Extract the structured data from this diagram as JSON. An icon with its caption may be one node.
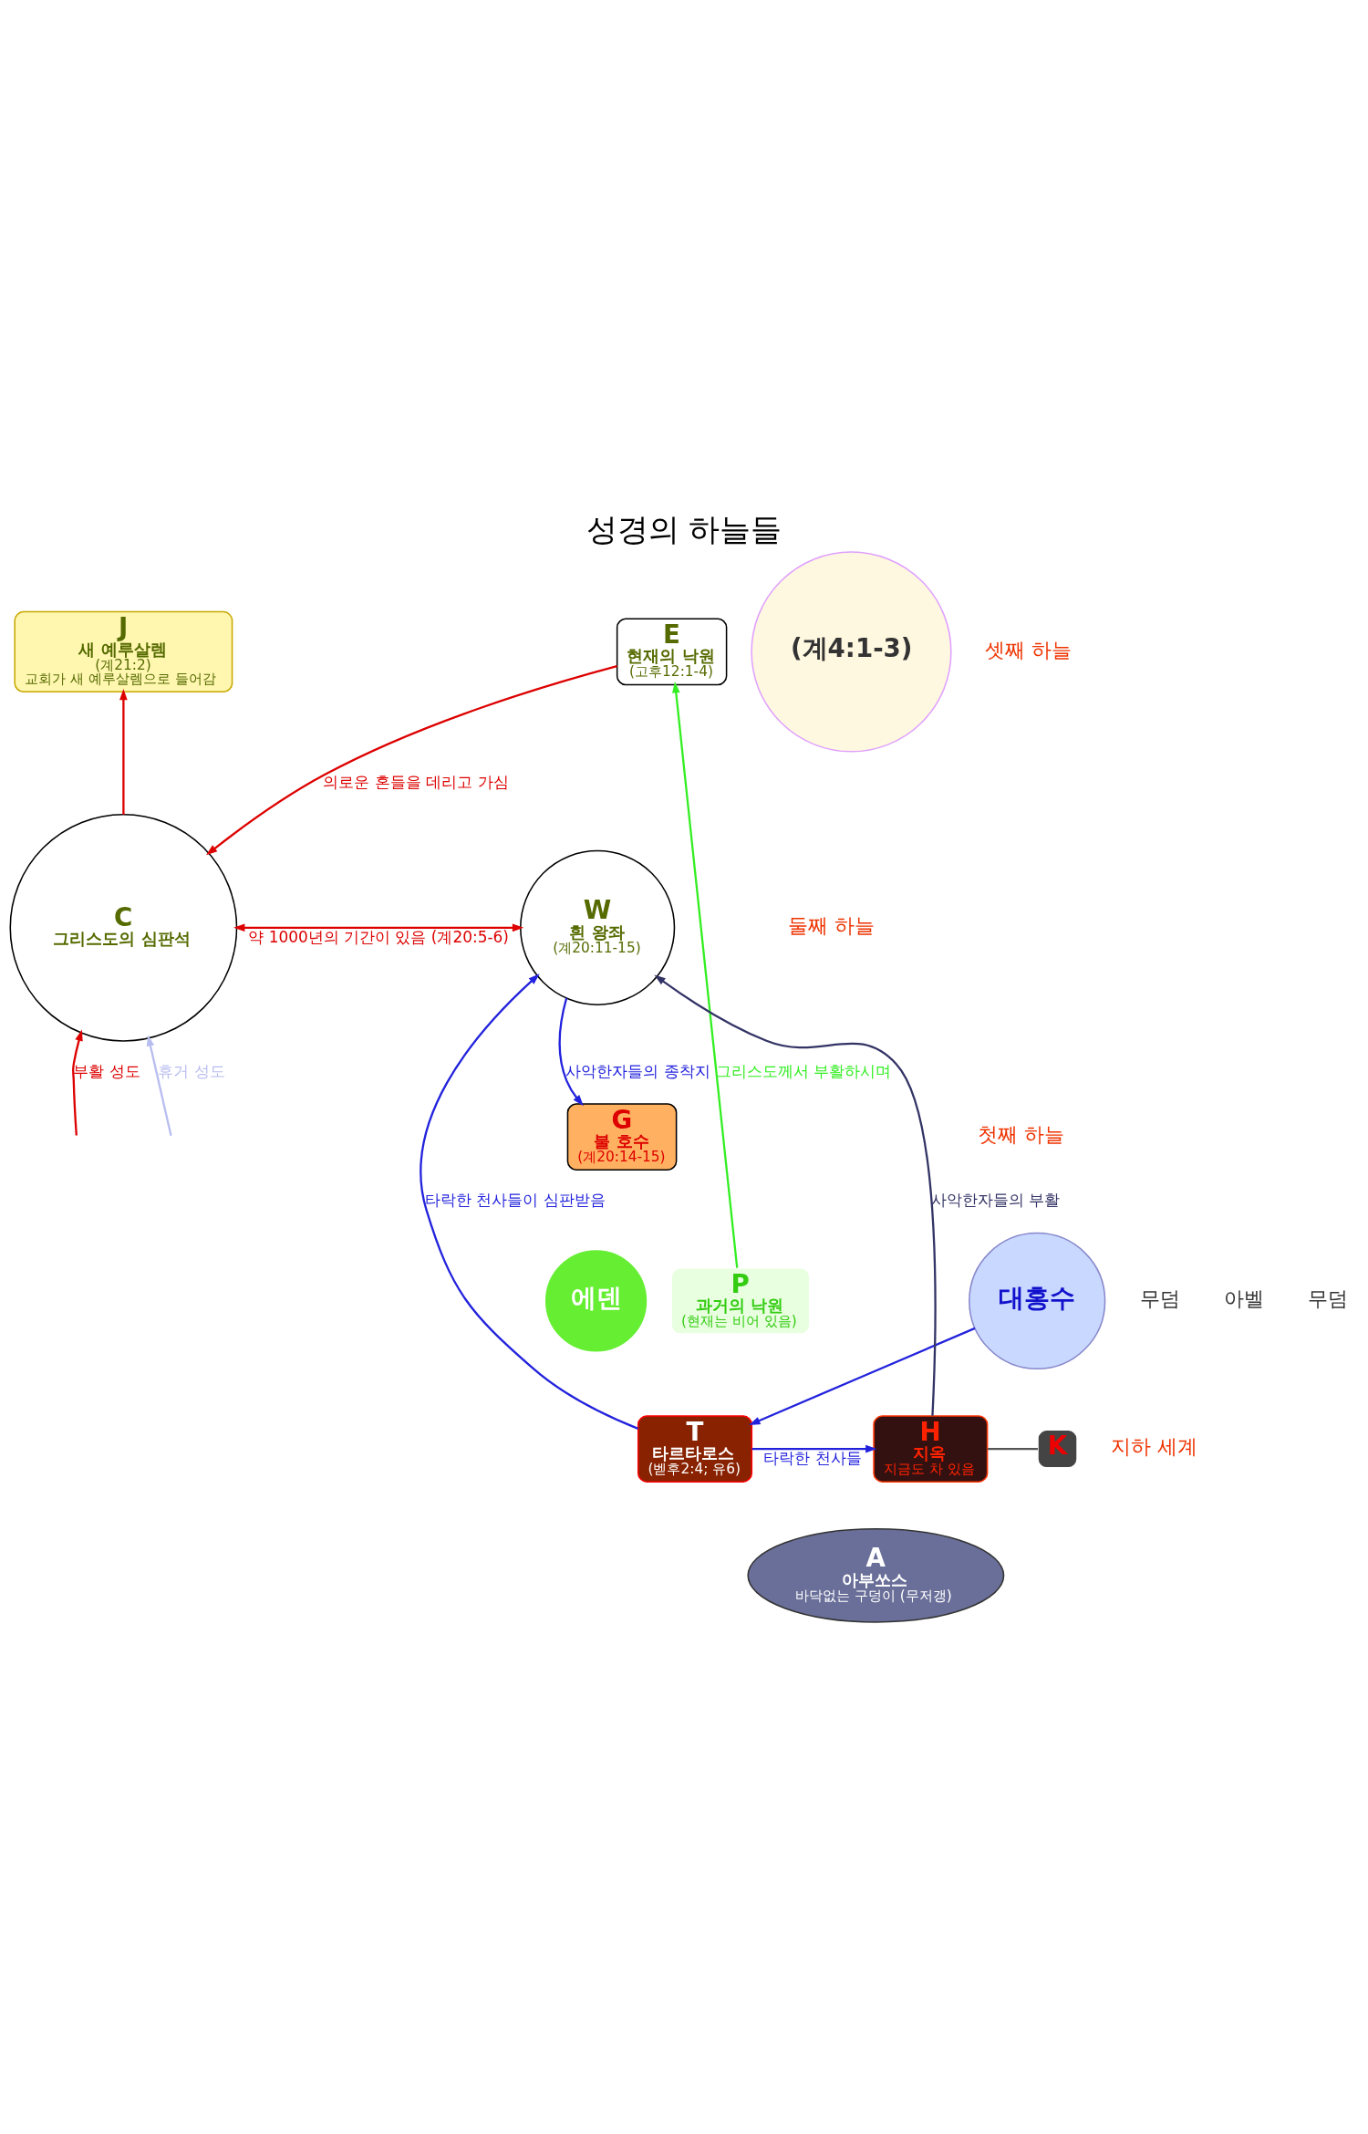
{
  "diagram": {
    "title": "성경의 하늘들",
    "nodes": [
      {
        "text": [
          "E",
          "현재의 낙원",
          "(고후12:1-4)"
        ]
      },
      {
        "text": [
          "(계4:1-3)"
        ]
      },
      {
        "text": [
          "J",
          "새 예루살렘",
          "(계21:2)",
          "교회가 새 예루살렘으로 들어감"
        ]
      },
      {
        "text": [
          "C",
          "그리스도의 심판석"
        ]
      },
      {
        "text": [
          "W",
          "흰 왕좌",
          "(계20:11-15)"
        ]
      },
      {
        "text": [
          "G",
          "불 호수",
          "(계20:14-15)"
        ]
      },
      {
        "text": [
          "대홍수"
        ]
      },
      {
        "text": [
          "에덴"
        ]
      },
      {
        "text": [
          "P",
          "과거의 낙원",
          "(현재는 비어 있음)"
        ]
      },
      {
        "text": [
          "K"
        ]
      },
      {
        "text": [
          "H",
          "지옥",
          "지금도 차 있음"
        ]
      },
      {
        "text": [
          "T",
          "타르타로스",
          "(벧후2:4; 유6)"
        ]
      },
      {
        "text": [
          "A",
          "아부쏘스",
          "바닥없는 구덩이 (무저갱)"
        ]
      }
    ],
    "edges": [
      {
        "from": 8,
        "to": 0,
        "arrow": "to",
        "label": "그리스도께서 부활하시며",
        "color": "#33ee22"
      },
      {
        "from": 0,
        "to": 3,
        "arrow": "to",
        "label": "의로운 혼들을 데리고 가심"
      },
      {
        "from": null,
        "to": 3,
        "arrow": "to",
        "label": "부활 성도"
      },
      {
        "from": null,
        "to": 3,
        "arrow": "to",
        "label": "휴거 성도",
        "color": "#b8bdf0"
      },
      {
        "from": 3,
        "to": 2,
        "arrow": "to"
      },
      {
        "from": 3,
        "to": 4,
        "arrow": "both",
        "label": "약 1000년의 기간이 있음 (계20:5-6)"
      },
      {
        "from": 10,
        "to": 4,
        "arrow": "to",
        "label": "사악한자들의 부활",
        "color": "#333366"
      },
      {
        "from": 11,
        "to": 4,
        "arrow": "to",
        "label": "타락한 천사들이 심판받음",
        "color": "#2222dd"
      },
      {
        "from": 4,
        "to": 5,
        "arrow": "to",
        "label": "사악한자들의 종착지",
        "color": "#2222dd"
      },
      {
        "from": 6,
        "to": 11,
        "arrow": "to",
        "color": "#2222dd"
      },
      {
        "from": 11,
        "to": 10,
        "arrow": "to",
        "label": "타락한 천사들",
        "color": "#2222dd"
      },
      {
        "from": 9,
        "to": 10,
        "arrow": "none",
        "color": "#555555"
      }
    ],
    "labels": [
      "셋째 하늘",
      "둘째 하늘",
      "첫째 하늘",
      "지하 세계",
      "무덤",
      "아벨",
      "무덤"
    ]
  }
}
